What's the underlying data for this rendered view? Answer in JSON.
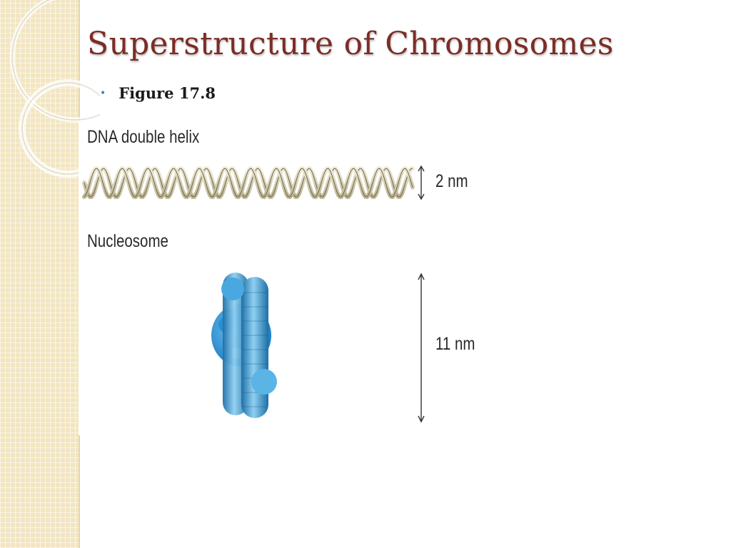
{
  "slide": {
    "title": "Superstructure of Chromosomes",
    "bullets": [
      {
        "text": "Figure 17.8"
      }
    ]
  },
  "figure": {
    "dna_label": "DNA double helix",
    "dna_size": "2 nm",
    "nucleosome_label": "Nucleosome",
    "nucleosome_size": "11 nm"
  },
  "colors": {
    "title": "#7b2d26",
    "bullet": "#3d7fb3",
    "side_strip": "#f2e6c2",
    "dna_strand": "#d8d2b4",
    "nucleosome": "#3a9bd5"
  }
}
